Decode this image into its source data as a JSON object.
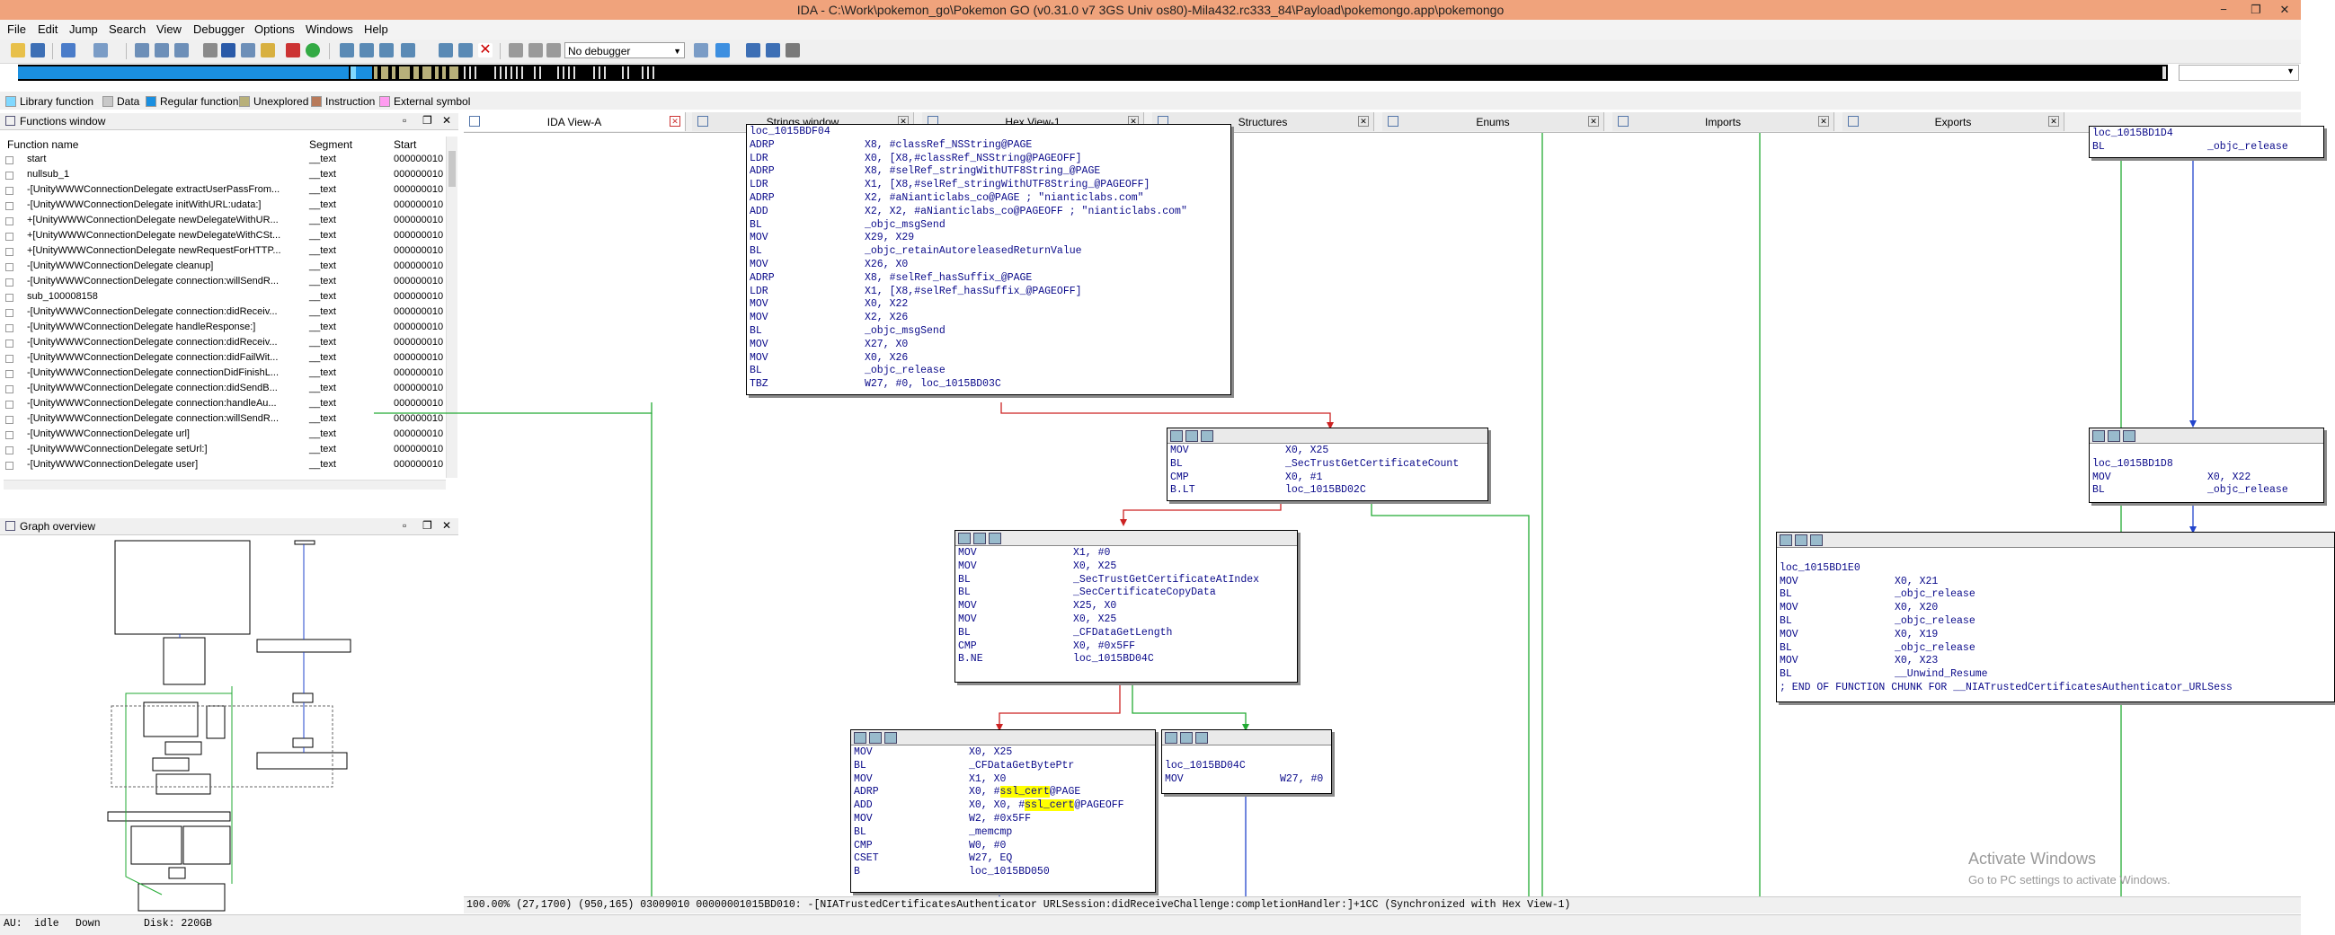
{
  "window": {
    "title": "IDA - C:\\Work\\pokemon_go\\Pokemon GO (v0.31.0 v7 3GS Univ os80)-Mila432.rc333_84\\Payload\\pokemongo.app\\pokemongo",
    "controls": [
      "−",
      "❐",
      "✕"
    ]
  },
  "menu": [
    "File",
    "Edit",
    "Jump",
    "Search",
    "View",
    "Debugger",
    "Options",
    "Windows",
    "Help"
  ],
  "toolbar": {
    "debugger_select": "No debugger"
  },
  "legend": [
    {
      "label": "Library function",
      "color": "#80d8ff"
    },
    {
      "label": "Data",
      "color": "#c8c8c8"
    },
    {
      "label": "Regular function",
      "color": "#1a8fe0"
    },
    {
      "label": "Unexplored",
      "color": "#b8b07a"
    },
    {
      "label": "Instruction",
      "color": "#b87a5a"
    },
    {
      "label": "External symbol",
      "color": "#ff9cf0"
    }
  ],
  "functions_window": {
    "title": "Functions window",
    "columns": [
      "Function name",
      "Segment",
      "Start"
    ],
    "rows": [
      {
        "name": "start",
        "segment": "__text",
        "start": "000000010"
      },
      {
        "name": "nullsub_1",
        "segment": "__text",
        "start": "000000010"
      },
      {
        "name": "-[UnityWWWConnectionDelegate extractUserPassFrom...",
        "segment": "__text",
        "start": "000000010"
      },
      {
        "name": "-[UnityWWWConnectionDelegate initWithURL:udata:]",
        "segment": "__text",
        "start": "000000010"
      },
      {
        "name": "+[UnityWWWConnectionDelegate newDelegateWithUR...",
        "segment": "__text",
        "start": "000000010"
      },
      {
        "name": "+[UnityWWWConnectionDelegate newDelegateWithCSt...",
        "segment": "__text",
        "start": "000000010"
      },
      {
        "name": "+[UnityWWWConnectionDelegate newRequestForHTTP...",
        "segment": "__text",
        "start": "000000010"
      },
      {
        "name": "-[UnityWWWConnectionDelegate cleanup]",
        "segment": "__text",
        "start": "000000010"
      },
      {
        "name": "-[UnityWWWConnectionDelegate connection:willSendR...",
        "segment": "__text",
        "start": "000000010"
      },
      {
        "name": "sub_100008158",
        "segment": "__text",
        "start": "000000010"
      },
      {
        "name": "-[UnityWWWConnectionDelegate connection:didReceiv...",
        "segment": "__text",
        "start": "000000010"
      },
      {
        "name": "-[UnityWWWConnectionDelegate handleResponse:]",
        "segment": "__text",
        "start": "000000010"
      },
      {
        "name": "-[UnityWWWConnectionDelegate connection:didReceiv...",
        "segment": "__text",
        "start": "000000010"
      },
      {
        "name": "-[UnityWWWConnectionDelegate connection:didFailWit...",
        "segment": "__text",
        "start": "000000010"
      },
      {
        "name": "-[UnityWWWConnectionDelegate connectionDidFinishL...",
        "segment": "__text",
        "start": "000000010"
      },
      {
        "name": "-[UnityWWWConnectionDelegate connection:didSendB...",
        "segment": "__text",
        "start": "000000010"
      },
      {
        "name": "-[UnityWWWConnectionDelegate connection:handleAu...",
        "segment": "__text",
        "start": "000000010"
      },
      {
        "name": "-[UnityWWWConnectionDelegate connection:willSendR...",
        "segment": "__text",
        "start": "000000010"
      },
      {
        "name": "-[UnityWWWConnectionDelegate url]",
        "segment": "__text",
        "start": "000000010"
      },
      {
        "name": "-[UnityWWWConnectionDelegate setUrl:]",
        "segment": "__text",
        "start": "000000010"
      },
      {
        "name": "-[UnityWWWConnectionDelegate user]",
        "segment": "__text",
        "start": "000000010"
      }
    ]
  },
  "graph_overview": {
    "title": "Graph overview"
  },
  "tabs": [
    {
      "label": "IDA View-A",
      "active": true
    },
    {
      "label": "Strings window",
      "active": false
    },
    {
      "label": "Hex View-1",
      "active": false
    },
    {
      "label": "Structures",
      "active": false
    },
    {
      "label": "Enums",
      "active": false
    },
    {
      "label": "Imports",
      "active": false
    },
    {
      "label": "Exports",
      "active": false
    }
  ],
  "blocks": {
    "main": [
      {
        "op": "loc_1015BDF04",
        "args": ""
      },
      {
        "op": "ADRP",
        "args": "X8, #classRef_NSString@PAGE"
      },
      {
        "op": "LDR",
        "args": "X0, [X8,#classRef_NSString@PAGEOFF]"
      },
      {
        "op": "ADRP",
        "args": "X8, #selRef_stringWithUTF8String_@PAGE"
      },
      {
        "op": "LDR",
        "args": "X1, [X8,#selRef_stringWithUTF8String_@PAGEOFF]"
      },
      {
        "op": "ADRP",
        "args": "X2, #aNianticlabs_co@PAGE ; \"nianticlabs.com\""
      },
      {
        "op": "ADD",
        "args": "X2, X2, #aNianticlabs_co@PAGEOFF ; \"nianticlabs.com\""
      },
      {
        "op": "BL",
        "args": "_objc_msgSend"
      },
      {
        "op": "MOV",
        "args": "X29, X29"
      },
      {
        "op": "BL",
        "args": "_objc_retainAutoreleasedReturnValue"
      },
      {
        "op": "MOV",
        "args": "X26, X0"
      },
      {
        "op": "ADRP",
        "args": "X8, #selRef_hasSuffix_@PAGE"
      },
      {
        "op": "LDR",
        "args": "X1, [X8,#selRef_hasSuffix_@PAGEOFF]"
      },
      {
        "op": "MOV",
        "args": "X0, X22"
      },
      {
        "op": "MOV",
        "args": "X2, X26"
      },
      {
        "op": "BL",
        "args": "_objc_msgSend"
      },
      {
        "op": "MOV",
        "args": "X27, X0"
      },
      {
        "op": "MOV",
        "args": "X0, X26"
      },
      {
        "op": "BL",
        "args": "_objc_release"
      },
      {
        "op": "TBZ",
        "args": "W27, #0, loc_1015BD03C"
      }
    ],
    "count": [
      {
        "op": "MOV",
        "args": "X0, X25"
      },
      {
        "op": "BL",
        "args": "_SecTrustGetCertificateCount"
      },
      {
        "op": "CMP",
        "args": "X0, #1"
      },
      {
        "op": "B.LT",
        "args": "loc_1015BD02C"
      }
    ],
    "copydata": [
      {
        "op": "MOV",
        "args": "X1, #0"
      },
      {
        "op": "MOV",
        "args": "X0, X25"
      },
      {
        "op": "BL",
        "args": "_SecTrustGetCertificateAtIndex"
      },
      {
        "op": "BL",
        "args": "_SecCertificateCopyData"
      },
      {
        "op": "MOV",
        "args": "X25, X0"
      },
      {
        "op": "MOV",
        "args": "X0, X25"
      },
      {
        "op": "BL",
        "args": "_CFDataGetLength"
      },
      {
        "op": "CMP",
        "args": "X0, #0x5FF"
      },
      {
        "op": "B.NE",
        "args": "loc_1015BD04C"
      }
    ],
    "memcmp": [
      {
        "op": "MOV",
        "args": "X0, X25"
      },
      {
        "op": "BL",
        "args": "_CFDataGetBytePtr"
      },
      {
        "op": "MOV",
        "args": "X1, X0"
      },
      {
        "op": "ADRP",
        "args": "X0, #ssl_cert@PAGE"
      },
      {
        "op": "ADD",
        "args": "X0, X0, #ssl_cert@PAGEOFF"
      },
      {
        "op": "MOV",
        "args": "W2, #0x5FF"
      },
      {
        "op": "BL",
        "args": "_memcmp"
      },
      {
        "op": "CMP",
        "args": "W0, #0"
      },
      {
        "op": "CSET",
        "args": "W27, EQ"
      },
      {
        "op": "B",
        "args": "loc_1015BD050"
      }
    ],
    "loc04c": [
      {
        "op": "",
        "args": ""
      },
      {
        "op": "loc_1015BD04C",
        "args": ""
      },
      {
        "op": "MOV",
        "args": "W27, #0"
      }
    ],
    "right_top": [
      {
        "op": "loc_1015BD1D4",
        "args": ""
      },
      {
        "op": "BL",
        "args": "_objc_release"
      }
    ],
    "right_1d8": [
      {
        "op": "",
        "args": ""
      },
      {
        "op": "loc_1015BD1D8",
        "args": ""
      },
      {
        "op": "MOV",
        "args": "X0, X22"
      },
      {
        "op": "BL",
        "args": "_objc_release"
      }
    ],
    "right_1e0": [
      {
        "op": "",
        "args": ""
      },
      {
        "op": "loc_1015BD1E0",
        "args": ""
      },
      {
        "op": "MOV",
        "args": "X0, X21"
      },
      {
        "op": "BL",
        "args": "_objc_release"
      },
      {
        "op": "MOV",
        "args": "X0, X20"
      },
      {
        "op": "BL",
        "args": "_objc_release"
      },
      {
        "op": "MOV",
        "args": "X0, X19"
      },
      {
        "op": "BL",
        "args": "_objc_release"
      },
      {
        "op": "MOV",
        "args": "X0, X23"
      },
      {
        "op": "BL",
        "args": "__Unwind_Resume"
      },
      {
        "op": "; END OF FUNCTION CHUNK FOR __NIATrustedCertificatesAuthenticator_URLSess",
        "args": ""
      }
    ]
  },
  "status_line": "100.00% (27,1700) (950,165) 03009010 00000001015BD010: -[NIATrustedCertificatesAuthenticator URLSession:didReceiveChallenge:completionHandler:]+1CC (Synchronized with Hex View-1)",
  "bottom_status": {
    "au": "AU:",
    "state": "idle",
    "direction": "Down",
    "disk": "Disk: 220GB"
  },
  "watermark": {
    "line1": "Activate Windows",
    "line2": "Go to PC settings to activate Windows."
  }
}
